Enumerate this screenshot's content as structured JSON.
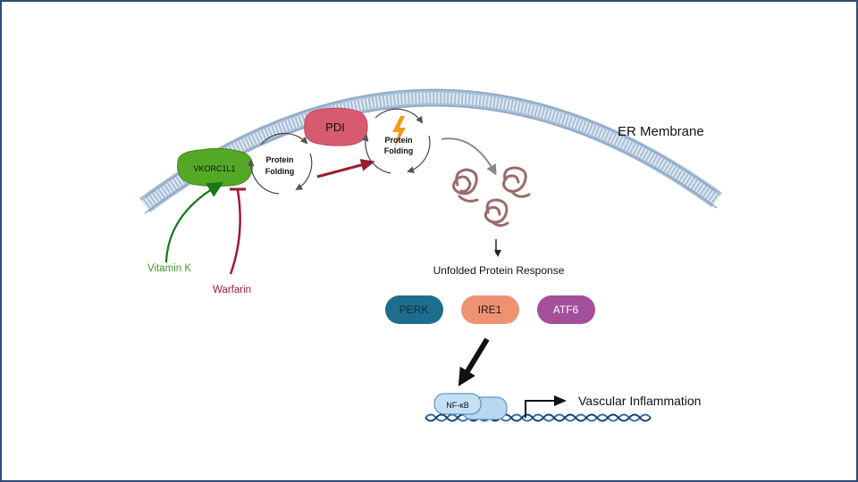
{
  "membrane": {
    "label": "ER Membrane"
  },
  "enzyme": {
    "label": "VKORC1L1",
    "color": "#55a825"
  },
  "pdi": {
    "label": "PDI",
    "color": "#d85a6e"
  },
  "cycle_left": {
    "line1": "Protein",
    "line2": "Folding"
  },
  "cycle_right": {
    "line1": "Protein",
    "line2": "Folding"
  },
  "activator": {
    "label": "Vitamin K",
    "color": "#3e9a2b"
  },
  "inhibitor": {
    "label": "Warfarin",
    "color": "#9b1b30"
  },
  "upr": {
    "label": "Unfolded Protein Response"
  },
  "sensors": [
    {
      "label": "PERK",
      "color": "#1f6d8e",
      "text_color": "#0e2e3e"
    },
    {
      "label": "IRE1",
      "color": "#ef9272",
      "text_color": "#1a1a1a"
    },
    {
      "label": "ATF6",
      "color": "#a34f9a",
      "text_color": "#ffffff"
    }
  ],
  "transcription_factor": {
    "label": "NF-κB",
    "color": "#b6d7f2"
  },
  "outcome": {
    "label": "Vascular Inflammation"
  },
  "icons": [
    "lightning-icon",
    "misfolded-protein-icon",
    "dna-helix-icon",
    "transcription-arrow-icon"
  ]
}
